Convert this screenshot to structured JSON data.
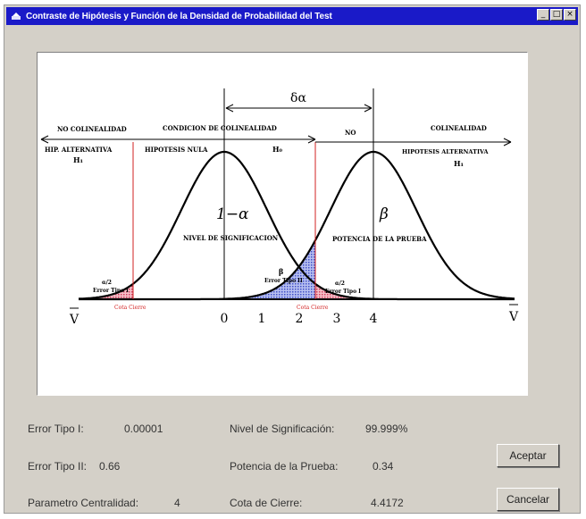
{
  "window": {
    "title": "Contraste de Hipótesis y Función de la Densidad de Probabilidad del Test",
    "min_glyph": "_",
    "max_glyph": "□",
    "close_glyph": "×"
  },
  "plot": {
    "delta_label": "δα",
    "no_colinealidad": "NO COLINEALIDAD",
    "hip_alternativa": "HIP. ALTERNATIVA",
    "h1_left": "H₁",
    "condicion_colinealidad": "CONDICION DE COLINEALIDAD",
    "hipotesis_nula": "HIPOTESIS NULA",
    "h0": "H₀",
    "no_label": "NO",
    "colinealidad_right": "COLINEALIDAD",
    "hipotesis_alternativa_right": "HIPOTESIS ALTERNATIVA",
    "h1_right": "H₁",
    "one_minus_alpha": "1−α",
    "beta": "β",
    "nivel_significacion": "NIVEL DE SIGNIFICACION",
    "potencia_prueba": "POTENCIA DE LA PRUEBA",
    "alpha2_left": "α/2",
    "error_tipo_i": "Error Tipo I",
    "beta_label": "β",
    "error_tipo_ii": "Error Tipo II",
    "alpha2_right": "α/2",
    "error_tipo_i_right": "Error Tipo I",
    "cota_cierre": "Cota Cierre",
    "v_left": "V",
    "v_right": "V",
    "ticks": [
      "0",
      "1",
      "2",
      "3",
      "4"
    ]
  },
  "stats": {
    "error_tipo1_label": "Error Tipo I:",
    "error_tipo1_value": "0.00001",
    "error_tipo2_label": "Error Tipo II:",
    "error_tipo2_value": "0.66",
    "parametro_label": "Parametro Centralidad:",
    "parametro_value": "4",
    "nivel_label": "Nivel de Significación:",
    "nivel_value": "99.999%",
    "potencia_label": "Potencia de la Prueba:",
    "potencia_value": "0.34",
    "cota_label": "Cota de Cierre:",
    "cota_value": "4.4172"
  },
  "buttons": {
    "aceptar": "Aceptar",
    "cancelar": "Cancelar"
  },
  "colors": {
    "titlebar": "#1a1ac8",
    "dialog_bg": "#d4d0c8",
    "red": "#d22020",
    "blue_fill": "#6070d8",
    "red_fill": "#e07080"
  }
}
